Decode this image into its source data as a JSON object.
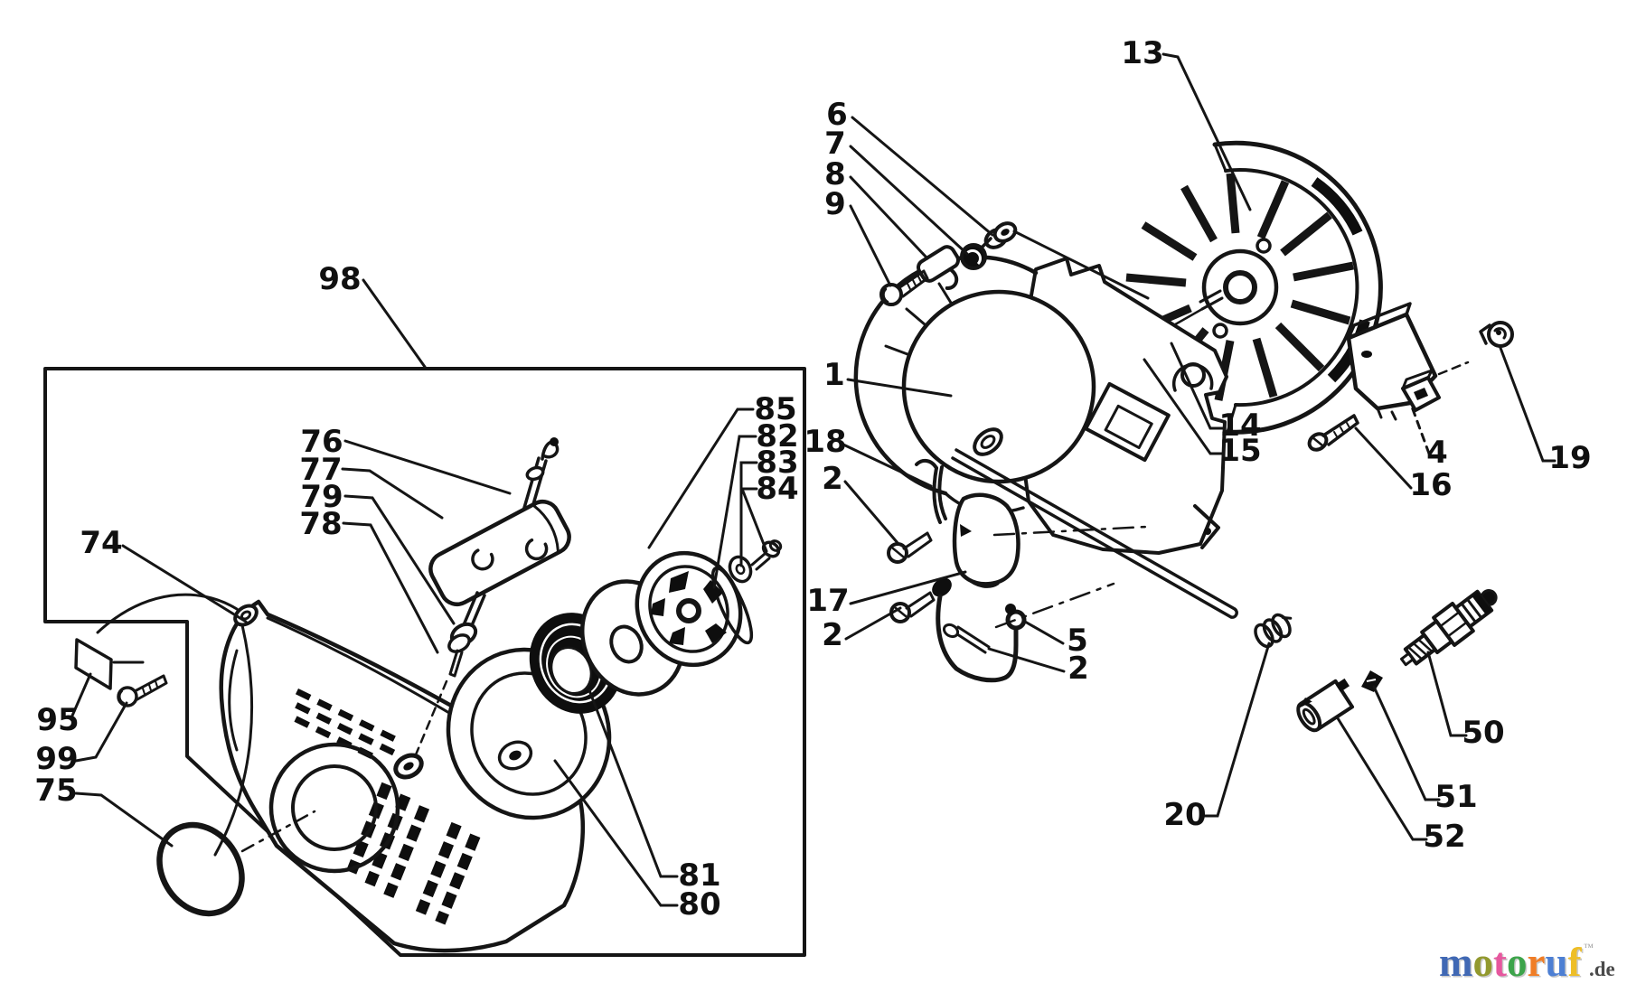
{
  "callouts": [
    "98",
    "74",
    "95",
    "99",
    "75",
    "76",
    "77",
    "79",
    "78",
    "85",
    "82",
    "83",
    "84",
    "81",
    "80",
    "13",
    "6",
    "7",
    "8",
    "9",
    "1",
    "18",
    "2",
    "17",
    "2",
    "5",
    "2",
    "14",
    "15",
    "16",
    "4",
    "19",
    "50",
    "51",
    "52",
    "20"
  ],
  "watermark": {
    "brand_text": "motoruf",
    "letters": [
      {
        "ch": "m",
        "color": "#4068b4"
      },
      {
        "ch": "o",
        "color": "#92992e"
      },
      {
        "ch": "t",
        "color": "#e6579e"
      },
      {
        "ch": "o",
        "color": "#3da44b"
      },
      {
        "ch": "r",
        "color": "#f07d26"
      },
      {
        "ch": "u",
        "color": "#4d7fd3"
      },
      {
        "ch": "f",
        "color": "#eebe27"
      }
    ],
    "trademark": "™",
    "suffix": {
      "text": ".de",
      "color": "#4a4a4a"
    }
  }
}
